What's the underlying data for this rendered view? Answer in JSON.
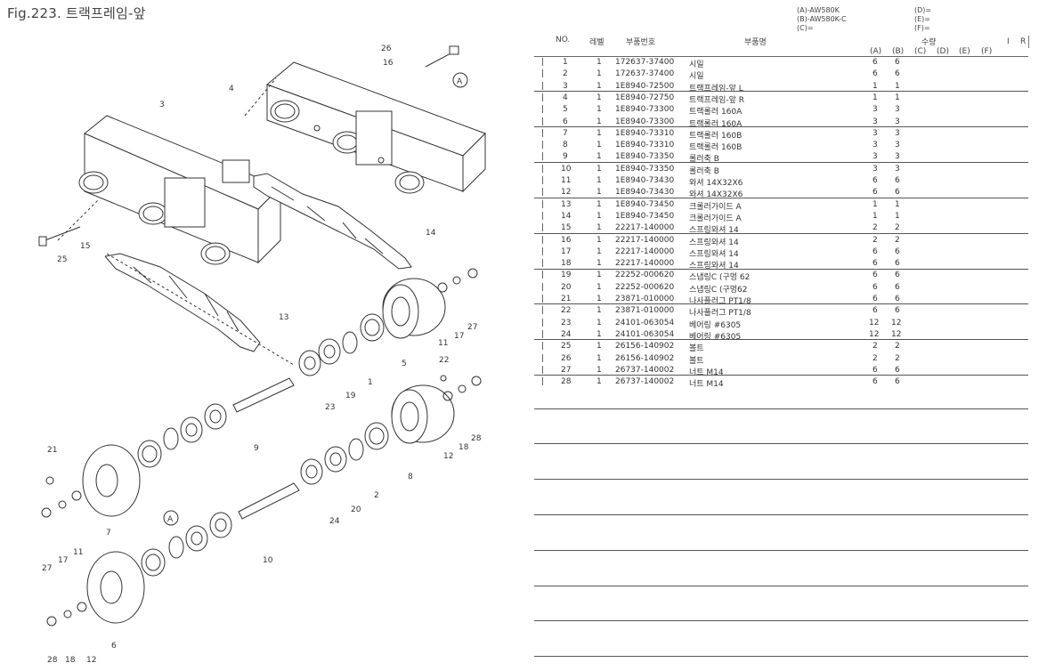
{
  "figure": {
    "title": "Fig.223.  트랙프레임-앞"
  },
  "models": {
    "a": "(A)-AW580K",
    "b": "(B)-AW580K-C",
    "c": "(C)=",
    "d": "(D)=",
    "e": "(E)=",
    "f": "(F)="
  },
  "table": {
    "col_no": "NO.",
    "col_level": "레벨",
    "col_part_no": "부품번호",
    "col_name": "부품명",
    "col_qty": "수량",
    "col_i": "I",
    "col_r": "R",
    "qty_a": "(A)",
    "qty_b": "(B)",
    "qty_c": "(C)",
    "qty_d": "(D)",
    "qty_e": "(E)",
    "qty_f": "(F)",
    "rows": [
      {
        "no": "1",
        "level": "1",
        "part": "172637-37400",
        "name": "시일",
        "a": "6",
        "b": "6"
      },
      {
        "no": "2",
        "level": "1",
        "part": "172637-37400",
        "name": "시일",
        "a": "6",
        "b": "6"
      },
      {
        "no": "3",
        "level": "1",
        "part": "1E8940-72500",
        "name": "트랙프레임-앞 L",
        "a": "1",
        "b": "1"
      },
      {
        "no": "4",
        "level": "1",
        "part": "1E8940-72750",
        "name": "트랙프레임-앞 R",
        "a": "1",
        "b": "1"
      },
      {
        "no": "5",
        "level": "1",
        "part": "1E8940-73300",
        "name": "트랙롤러 160A",
        "a": "3",
        "b": "3"
      },
      {
        "no": "6",
        "level": "1",
        "part": "1E8940-73300",
        "name": "트랙롤러 160A",
        "a": "3",
        "b": "3"
      },
      {
        "no": "7",
        "level": "1",
        "part": "1E8940-73310",
        "name": "트랙롤러 160B",
        "a": "3",
        "b": "3"
      },
      {
        "no": "8",
        "level": "1",
        "part": "1E8940-73310",
        "name": "트랙롤러 160B",
        "a": "3",
        "b": "3"
      },
      {
        "no": "9",
        "level": "1",
        "part": "1E8940-73350",
        "name": "롤러축 B",
        "a": "3",
        "b": "3"
      },
      {
        "no": "10",
        "level": "1",
        "part": "1E8940-73350",
        "name": "롤러축 B",
        "a": "3",
        "b": "3"
      },
      {
        "no": "11",
        "level": "1",
        "part": "1E8940-73430",
        "name": "와셔 14X32X6",
        "a": "6",
        "b": "6"
      },
      {
        "no": "12",
        "level": "1",
        "part": "1E8940-73430",
        "name": "와셔 14X32X6",
        "a": "6",
        "b": "6"
      },
      {
        "no": "13",
        "level": "1",
        "part": "1E8940-73450",
        "name": "크롤러가이드 A",
        "a": "1",
        "b": "1"
      },
      {
        "no": "14",
        "level": "1",
        "part": "1E8940-73450",
        "name": "크롤러가이드 A",
        "a": "1",
        "b": "1"
      },
      {
        "no": "15",
        "level": "1",
        "part": "22217-140000",
        "name": "스프링와셔 14",
        "a": "2",
        "b": "2"
      },
      {
        "no": "16",
        "level": "1",
        "part": "22217-140000",
        "name": "스프링와셔 14",
        "a": "2",
        "b": "2"
      },
      {
        "no": "17",
        "level": "1",
        "part": "22217-140000",
        "name": "스프링와셔 14",
        "a": "6",
        "b": "6"
      },
      {
        "no": "18",
        "level": "1",
        "part": "22217-140000",
        "name": "스프링와셔 14",
        "a": "6",
        "b": "6"
      },
      {
        "no": "19",
        "level": "1",
        "part": "22252-000620",
        "name": "스냅링C (구멍 62",
        "a": "6",
        "b": "6"
      },
      {
        "no": "20",
        "level": "1",
        "part": "22252-000620",
        "name": "스냅링C (구멍62",
        "a": "6",
        "b": "6"
      },
      {
        "no": "21",
        "level": "1",
        "part": "23871-010000",
        "name": "나사플러그 PT1/8",
        "a": "6",
        "b": "6"
      },
      {
        "no": "22",
        "level": "1",
        "part": "23871-010000",
        "name": "나사플러그 PT1/8",
        "a": "6",
        "b": "6"
      },
      {
        "no": "23",
        "level": "1",
        "part": "24101-063054",
        "name": "베어링 #6305",
        "a": "12",
        "b": "12"
      },
      {
        "no": "24",
        "level": "1",
        "part": "24101-063054",
        "name": "베어링 #6305",
        "a": "12",
        "b": "12"
      },
      {
        "no": "25",
        "level": "1",
        "part": "26156-140902",
        "name": "볼트",
        "a": "2",
        "b": "2"
      },
      {
        "no": "26",
        "level": "1",
        "part": "26156-140902",
        "name": "볼트",
        "a": "2",
        "b": "2"
      },
      {
        "no": "27",
        "level": "1",
        "part": "26737-140002",
        "name": "너트 M14",
        "a": "6",
        "b": "6"
      },
      {
        "no": "28",
        "level": "1",
        "part": "26737-140002",
        "name": "너트 M14",
        "a": "6",
        "b": "6"
      }
    ]
  },
  "diagram": {
    "callouts": [
      "26",
      "16",
      "4",
      "A",
      "3",
      "15",
      "25",
      "14",
      "13",
      "11",
      "17",
      "27",
      "22",
      "5",
      "1",
      "19",
      "23",
      "9",
      "12",
      "18",
      "28",
      "8",
      "21",
      "2",
      "20",
      "24",
      "7",
      "A",
      "10",
      "27",
      "17",
      "11",
      "6",
      "28",
      "18",
      "12"
    ]
  }
}
